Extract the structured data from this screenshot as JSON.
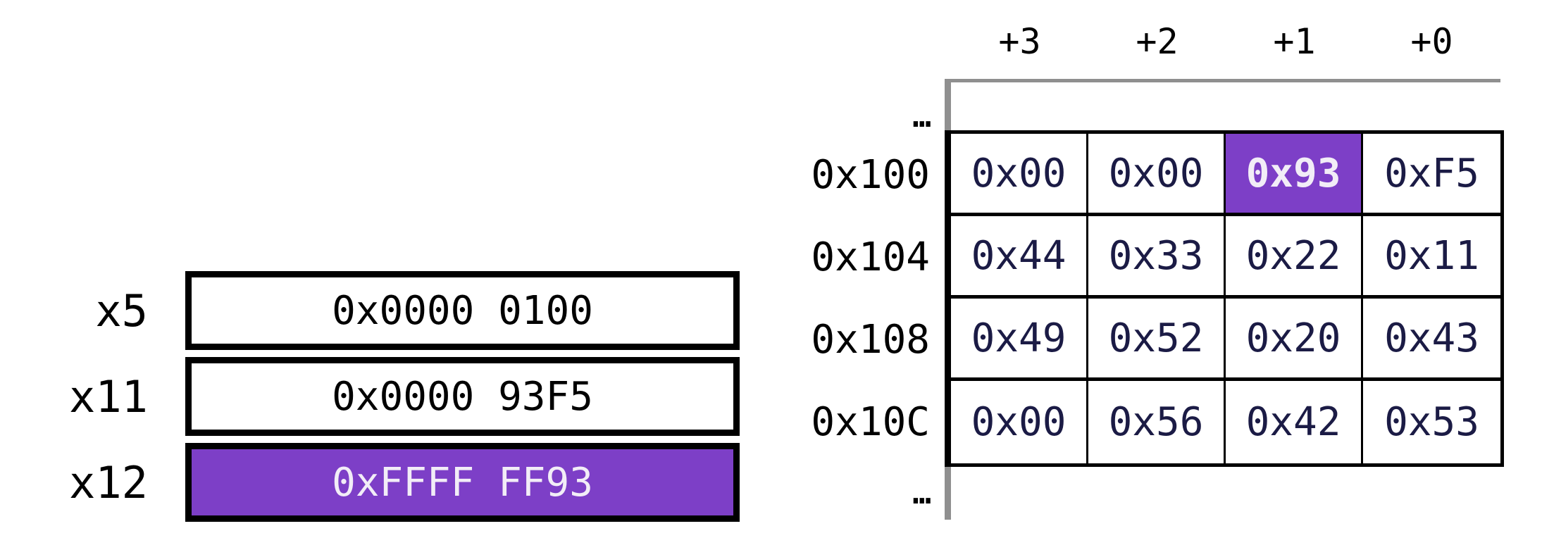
{
  "registers": {
    "items": [
      {
        "name": "x5",
        "value": "0x0000 0100",
        "highlight": false
      },
      {
        "name": "x11",
        "value": "0x0000 93F5",
        "highlight": false
      },
      {
        "name": "x12",
        "value": "0xFFFF FF93",
        "highlight": true
      }
    ]
  },
  "memory": {
    "byte_offset_headers": [
      "+3",
      "+2",
      "+1",
      "+0"
    ],
    "ellipsis_top": "…",
    "ellipsis_bottom": "…",
    "rows": [
      {
        "address": "0x100",
        "cells": [
          "0x00",
          "0x00",
          "0x93",
          "0xF5"
        ],
        "highlight_cell_index": 2
      },
      {
        "address": "0x104",
        "cells": [
          "0x44",
          "0x33",
          "0x22",
          "0x11"
        ],
        "highlight_cell_index": null
      },
      {
        "address": "0x108",
        "cells": [
          "0x49",
          "0x52",
          "0x20",
          "0x43"
        ],
        "highlight_cell_index": null
      },
      {
        "address": "0x10C",
        "cells": [
          "0x00",
          "0x56",
          "0x42",
          "0x53"
        ],
        "highlight_cell_index": null
      }
    ]
  },
  "colors": {
    "highlight_purple": "#7D3FC7",
    "cell_text_navy": "#1B1B45",
    "gray_guide": "#8F8F8F",
    "border_black": "#000000",
    "highlight_text": "#F2EDF7"
  }
}
